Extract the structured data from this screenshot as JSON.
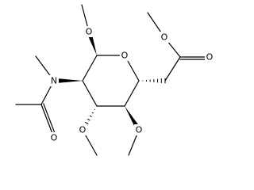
{
  "molecule": {
    "atoms": [
      {
        "id": "O_ring",
        "label": "O"
      },
      {
        "id": "N_amide",
        "label": "N"
      },
      {
        "id": "O_carbonyl_amide",
        "label": "O"
      },
      {
        "id": "O_methoxy_C1",
        "label": "O"
      },
      {
        "id": "O_methoxy_C3",
        "label": "O"
      },
      {
        "id": "O_methoxy_C4",
        "label": "O"
      },
      {
        "id": "O_ester_single",
        "label": "O"
      },
      {
        "id": "O_ester_carbonyl",
        "label": "O"
      }
    ]
  },
  "colors": {
    "bond": "#000000",
    "text": "#000000",
    "background": "#ffffff"
  }
}
